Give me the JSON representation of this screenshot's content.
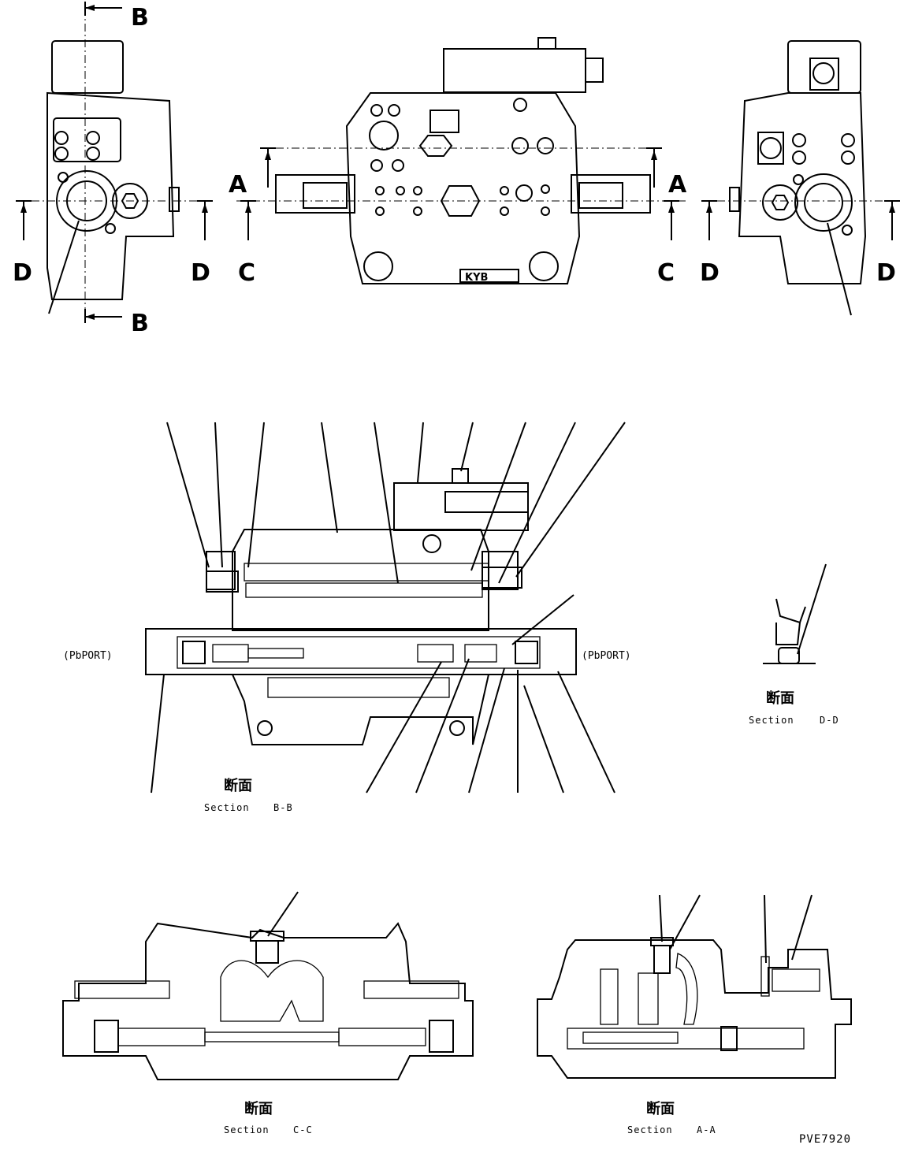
{
  "drawing": {
    "code": "PVE7920",
    "section_cut_marks": {
      "a": "A",
      "b": "B",
      "c": "C",
      "d": "D"
    },
    "port_labels": {
      "left": "(PbPORT)",
      "right": "(PbPORT)"
    },
    "body_marking": "KYB",
    "views": [
      {
        "id": "bb",
        "kanji": "断面",
        "section_word": "Section",
        "section_id": "B-B"
      },
      {
        "id": "dd",
        "kanji": "断面",
        "section_word": "Section",
        "section_id": "D-D"
      },
      {
        "id": "cc",
        "kanji": "断面",
        "section_word": "Section",
        "section_id": "C-C"
      },
      {
        "id": "aa",
        "kanji": "断面",
        "section_word": "Section",
        "section_id": "A-A"
      }
    ]
  }
}
